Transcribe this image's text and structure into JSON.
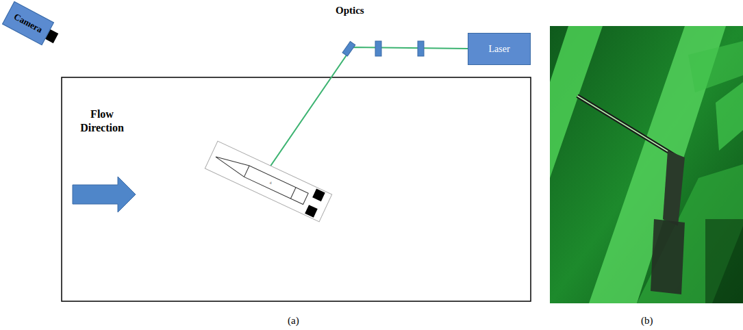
{
  "diagram": {
    "nodes": [
      {
        "text": [
          "Camera"
        ]
      },
      {
        "text": [
          "Laser"
        ]
      }
    ],
    "labels": [
      "Optics",
      "Flow Direction",
      "(a)",
      "(b)"
    ]
  }
}
